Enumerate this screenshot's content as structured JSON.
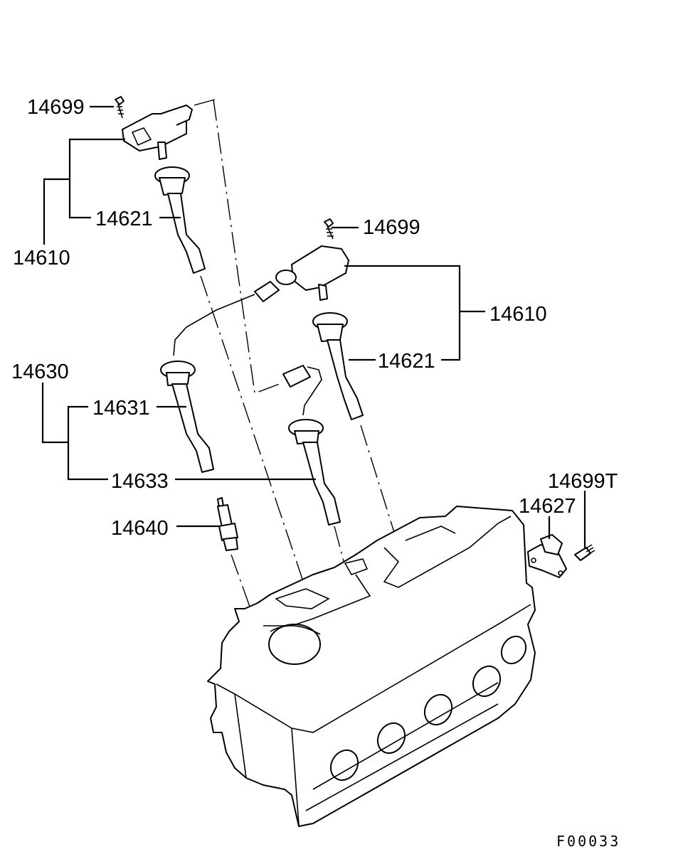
{
  "labels": {
    "coil_bolt_left": "14699",
    "coil_assy_left": "14610",
    "plug_cable_left": "14621",
    "coil_bolt_right": "14699",
    "coil_assy_right": "14610",
    "plug_cable_right": "14621",
    "cable_set": "14630",
    "cable_631": "14631",
    "cable_633": "14633",
    "spark_plug": "14640",
    "sensor_bolt": "14699T",
    "sensor": "14627"
  },
  "figure_code": "F00033"
}
